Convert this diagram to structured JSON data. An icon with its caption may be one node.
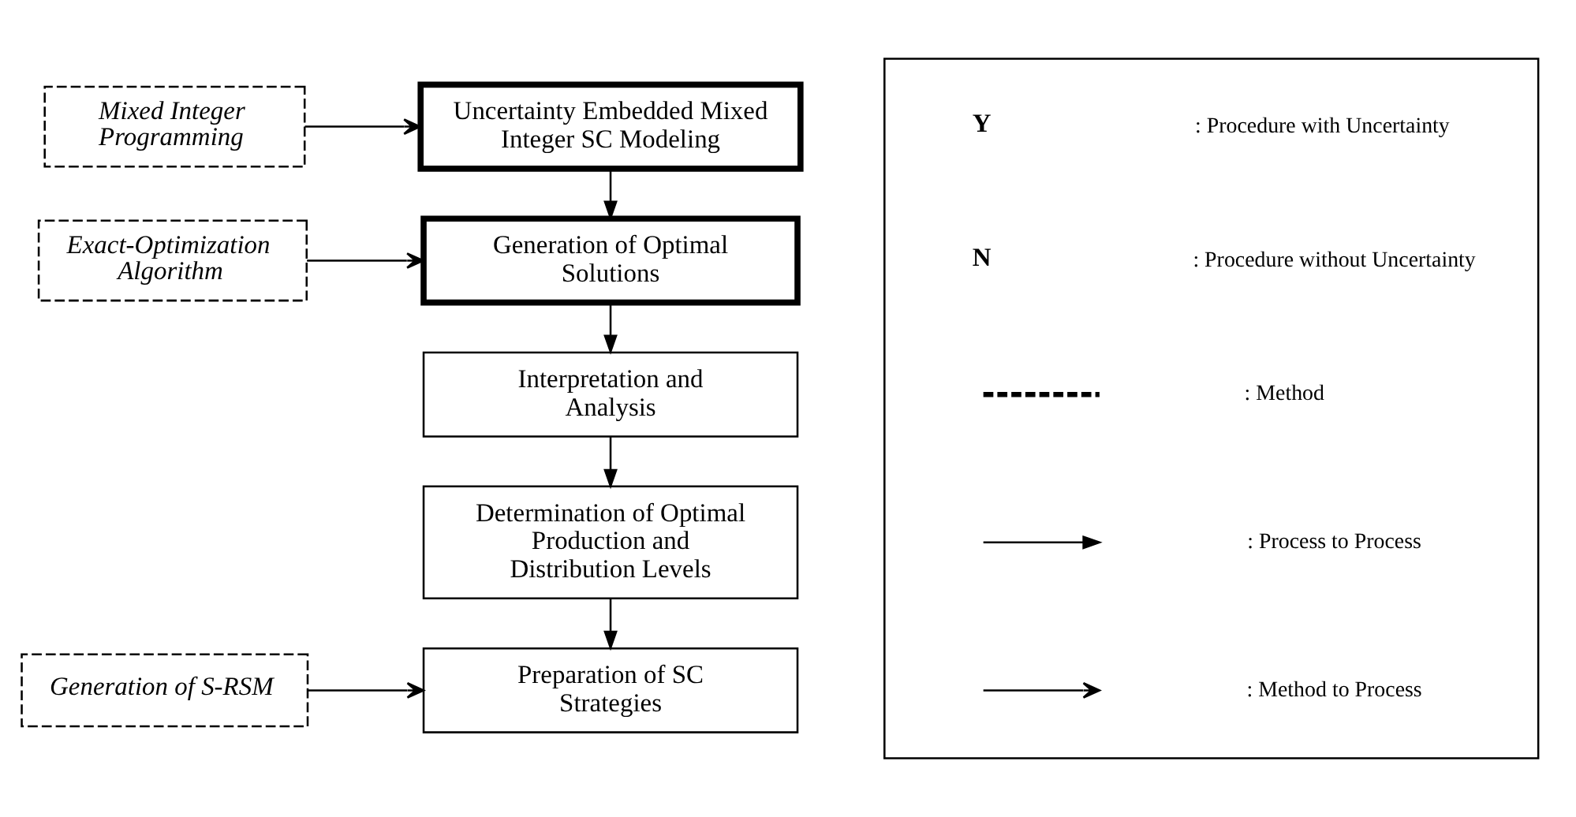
{
  "diagram": {
    "nodes": [
      {
        "text": [
          "Mixed Integer Programming"
        ]
      },
      {
        "text": [
          "Uncertainty Embedded Mixed Integer SC Modeling"
        ]
      },
      {
        "text": [
          "Exact-Optimization Algorithm"
        ]
      },
      {
        "text": [
          "Generation of Optimal Solutions"
        ]
      },
      {
        "text": [
          "Interpretation and Analysis"
        ]
      },
      {
        "text": [
          "Determination of Optimal Production and Distribution Levels"
        ]
      },
      {
        "text": [
          "Generation of S-RSM"
        ]
      },
      {
        "text": [
          "Preparation of SC Strategies"
        ]
      },
      {
        "text": [],
        "shape": "box"
      }
    ],
    "edges": [
      {
        "from": 0,
        "to": 1,
        "arrow": "to"
      },
      {
        "from": 1,
        "to": 3,
        "arrow": "to"
      },
      {
        "from": 2,
        "to": 3,
        "arrow": "to"
      },
      {
        "from": 3,
        "to": 4,
        "arrow": "to"
      },
      {
        "from": 4,
        "to": 5,
        "arrow": "to"
      },
      {
        "from": 5,
        "to": 7,
        "arrow": "to"
      },
      {
        "from": 6,
        "to": 7,
        "arrow": "to"
      }
    ],
    "labels": [
      "Y",
      "N"
    ],
    "legend": [
      {
        "text": ": Procedure with Uncertainty"
      },
      {
        "text": ": Procedure without Uncertainty"
      },
      {
        "text": ": Method"
      },
      {
        "text": ": Process to Process"
      },
      {
        "text": ": Method to Process"
      }
    ]
  }
}
